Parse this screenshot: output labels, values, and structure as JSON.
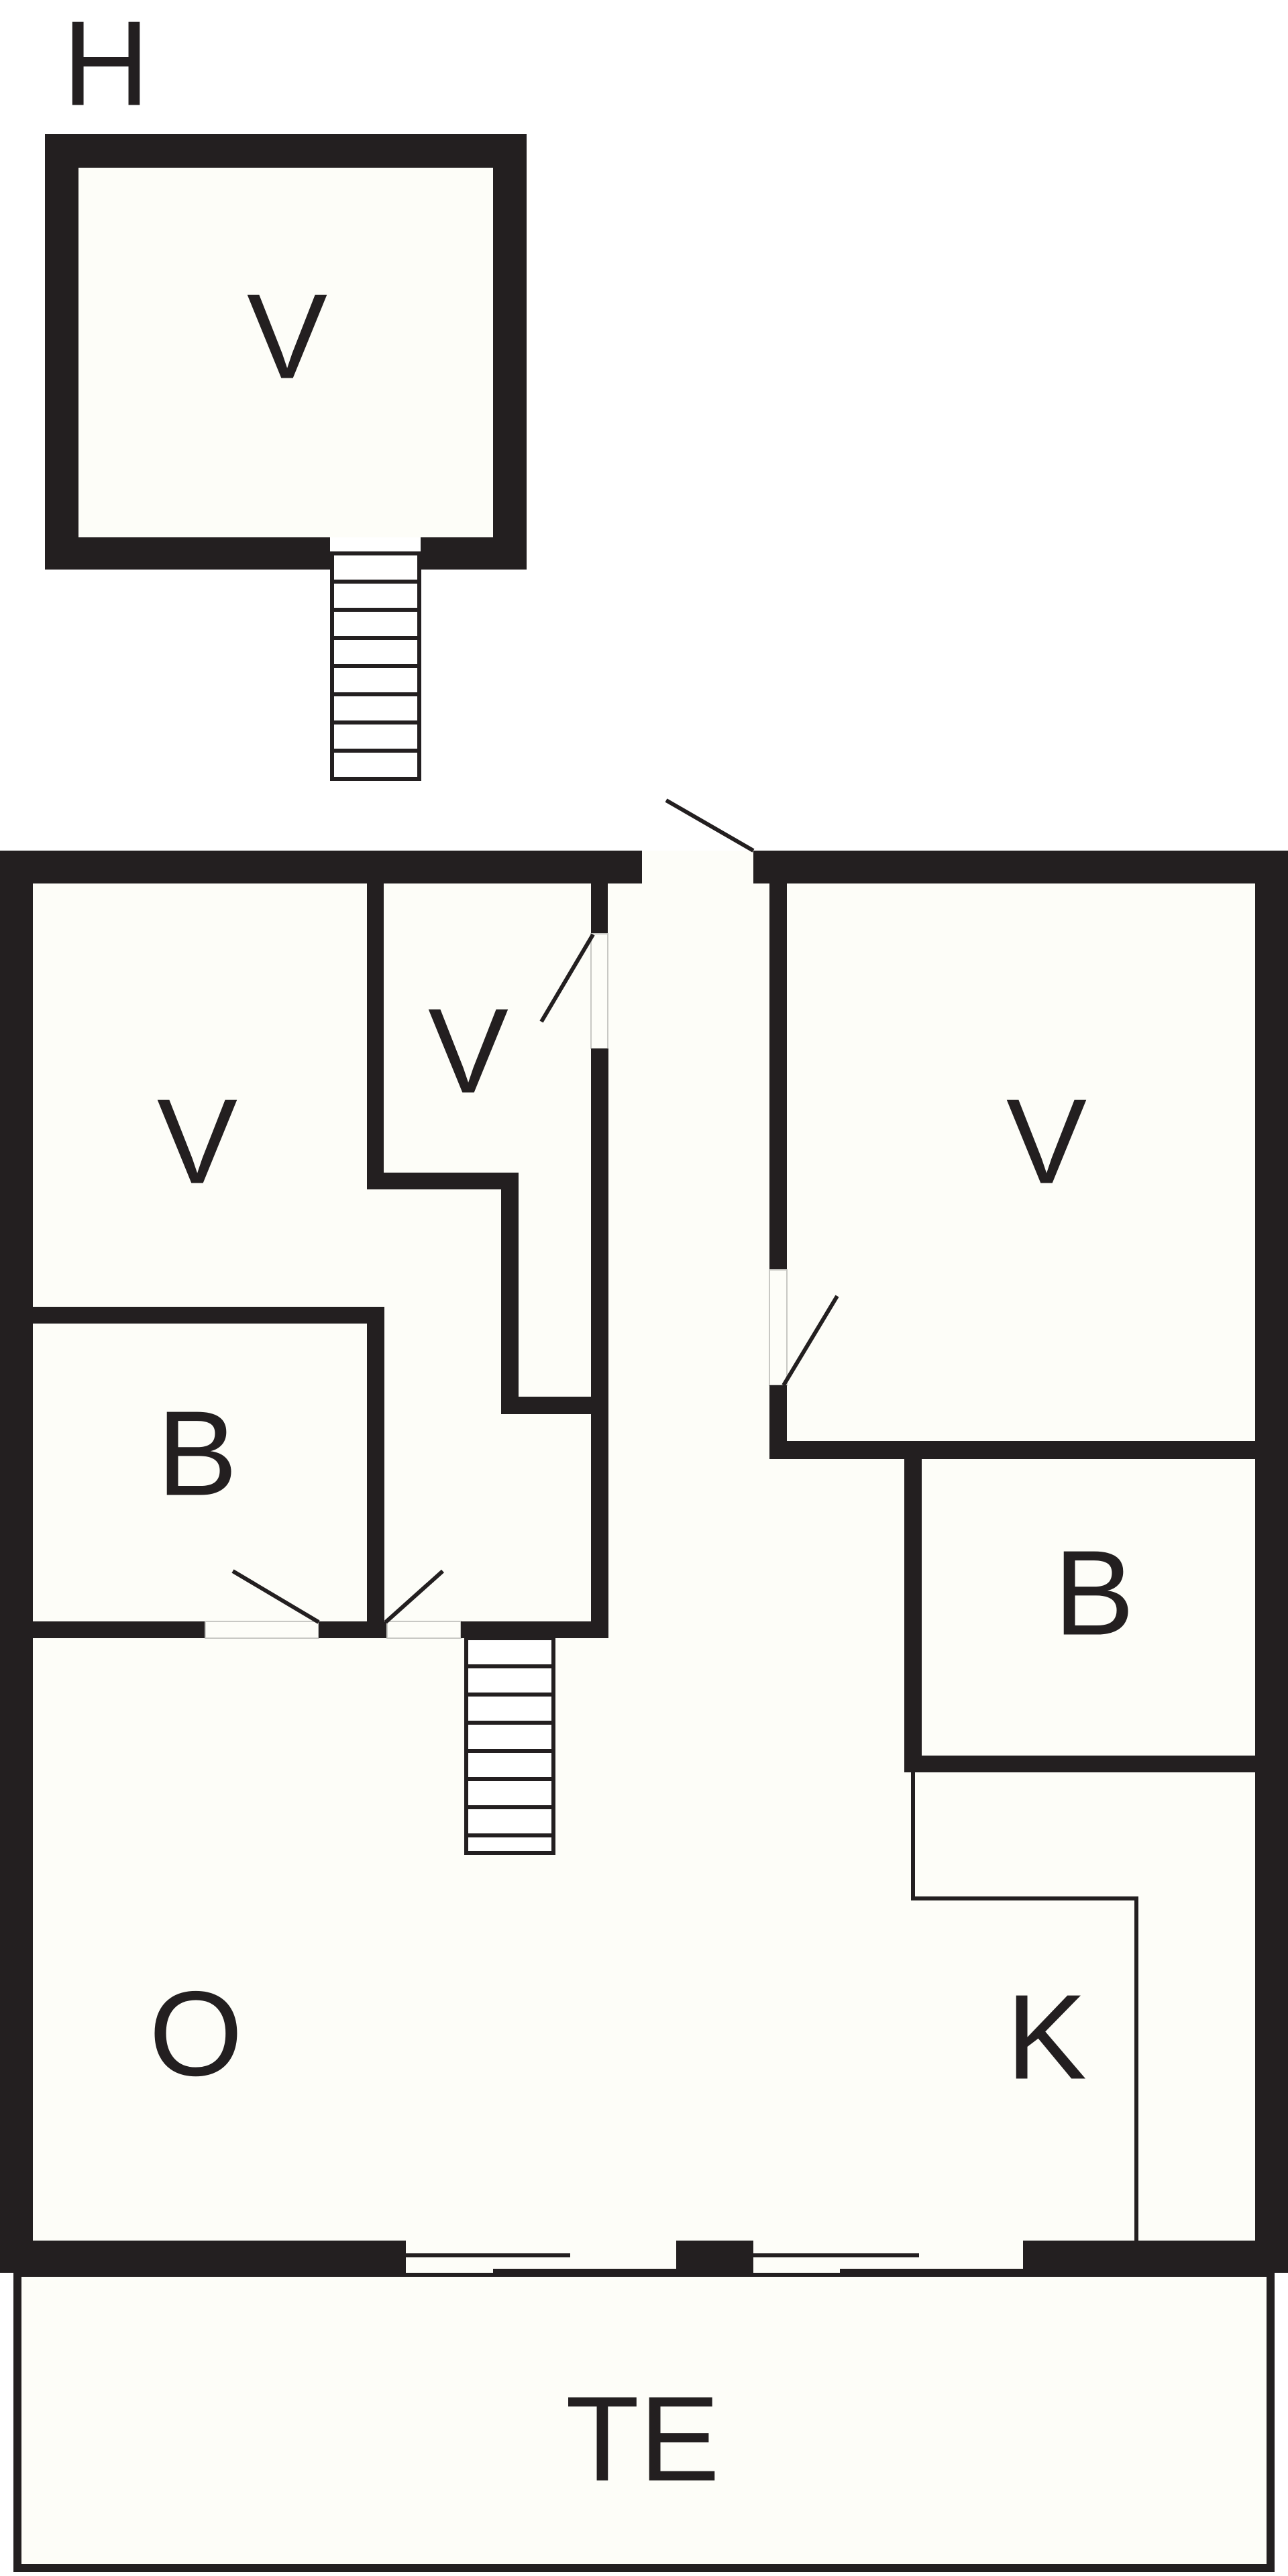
{
  "plan": {
    "title_label": "H",
    "colors": {
      "wall": "#231f20",
      "floor": "#fdfdf8",
      "background": "#ffffff"
    },
    "rooms": {
      "loft_room": "V",
      "left_bedroom": "V",
      "small_bedroom": "V",
      "right_bedroom": "V",
      "left_bathroom": "B",
      "right_bathroom": "B",
      "living_room": "O",
      "kitchen": "K",
      "terrace": "TE"
    }
  }
}
